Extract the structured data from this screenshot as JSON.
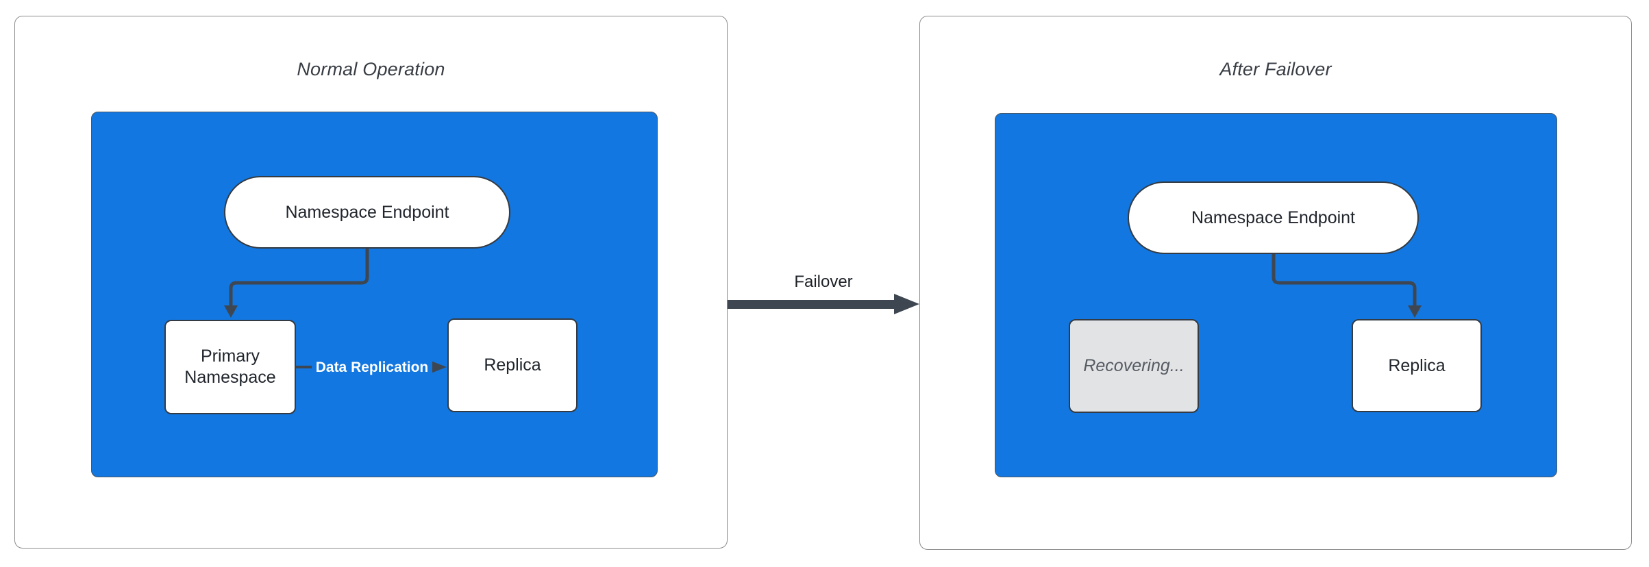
{
  "left_panel": {
    "title": "Normal Operation",
    "endpoint_label": "Namespace Endpoint",
    "primary_label": "Primary\nNamespace",
    "replica_label": "Replica",
    "replication_edge_label": "Data Replication"
  },
  "right_panel": {
    "title": "After Failover",
    "endpoint_label": "Namespace Endpoint",
    "recovering_label": "Recovering...",
    "replica_label": "Replica"
  },
  "failover_edge": {
    "label": "Failover"
  },
  "colors": {
    "cluster_blue": "#1277E0",
    "edge_dark": "#3E4751",
    "node_border": "#343B43",
    "panel_border": "#8C8C8C",
    "recovering_fill": "#E2E3E5",
    "recovering_text": "#565B63",
    "node_text": "#21262D",
    "title_text": "#383D44",
    "edge_label_text": "#FFFFFF"
  }
}
